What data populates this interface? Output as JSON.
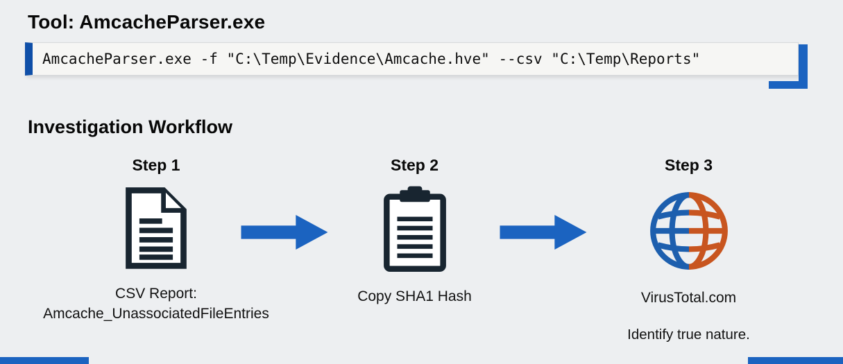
{
  "title": "Tool: AmcacheParser.exe",
  "command": {
    "text": "AmcacheParser.exe -f \"C:\\Temp\\Evidence\\Amcache.hve\" --csv \"C:\\Temp\\Reports\""
  },
  "workflow": {
    "heading": "Investigation Workflow",
    "steps": [
      {
        "label": "Step 1",
        "icon": "document-icon",
        "caption_line1": "CSV Report:",
        "caption_line2": "Amcache_UnassociatedFileEntries"
      },
      {
        "label": "Step 2",
        "icon": "clipboard-icon",
        "caption_line1": "Copy SHA1 Hash"
      },
      {
        "label": "Step 3",
        "icon": "globe-icon",
        "caption_line1": "VirusTotal.com",
        "note": "Identify true nature."
      }
    ]
  },
  "colors": {
    "background": "#edeff1",
    "accent_blue": "#1b63c0",
    "border_blue": "#0f4fa8",
    "icon_navy": "#182530",
    "globe_blue": "#1d5fae",
    "globe_orange": "#c8551f"
  }
}
